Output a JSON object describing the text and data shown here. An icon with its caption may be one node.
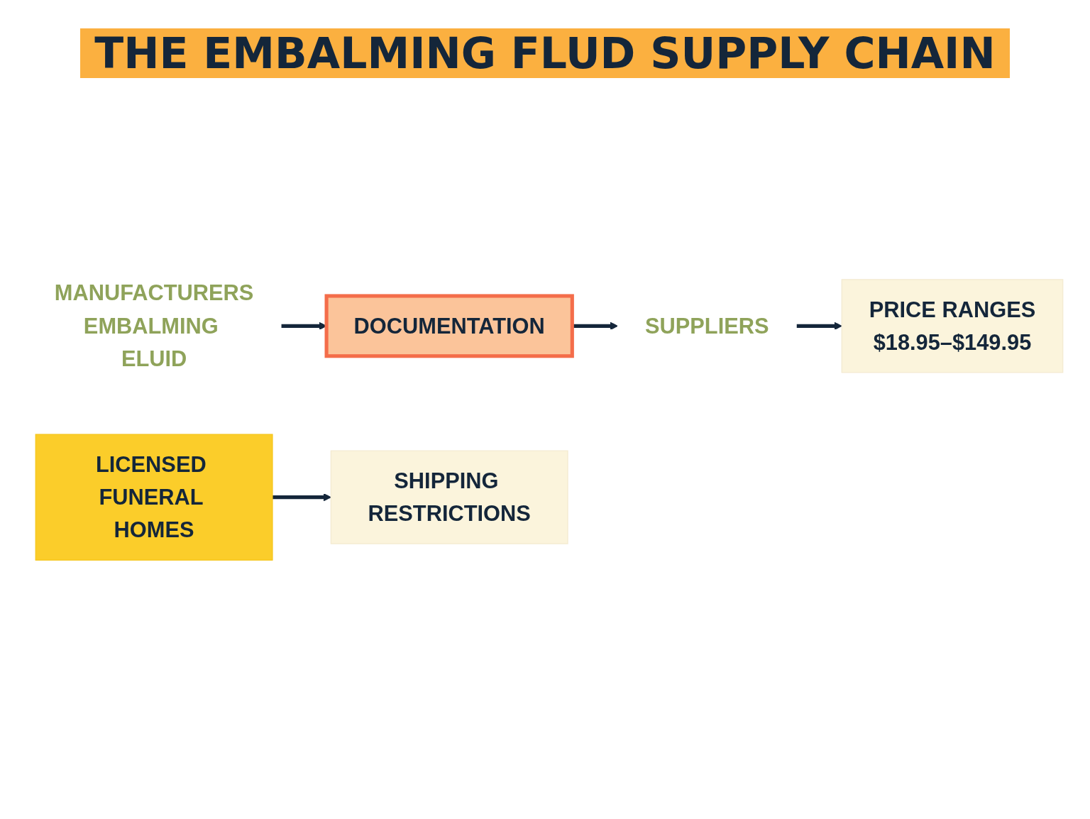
{
  "diagram": {
    "title": "THE EMBALMING FLUD SUPPLY CHAIN",
    "nodes": [
      {
        "text": [
          "MANUFACTURERS",
          "EMBALMING ELUID"
        ]
      },
      {
        "text": [
          "DOCUMENTATION"
        ]
      },
      {
        "text": [
          "SUPPLIERS"
        ]
      },
      {
        "text": [
          "PRICE RANGES",
          "$18.95–$149.95"
        ]
      },
      {
        "text": [
          "LICENSED FUNERAL HOMES"
        ]
      },
      {
        "text": [
          "SHIPPING RESTRICTIONS"
        ]
      }
    ],
    "edges": [
      {
        "from": 0,
        "to": 1,
        "arrow": "to"
      },
      {
        "from": 1,
        "to": 2,
        "arrow": "to"
      },
      {
        "from": 2,
        "to": 3,
        "arrow": "to"
      },
      {
        "from": 4,
        "to": 5,
        "arrow": "to"
      }
    ]
  }
}
